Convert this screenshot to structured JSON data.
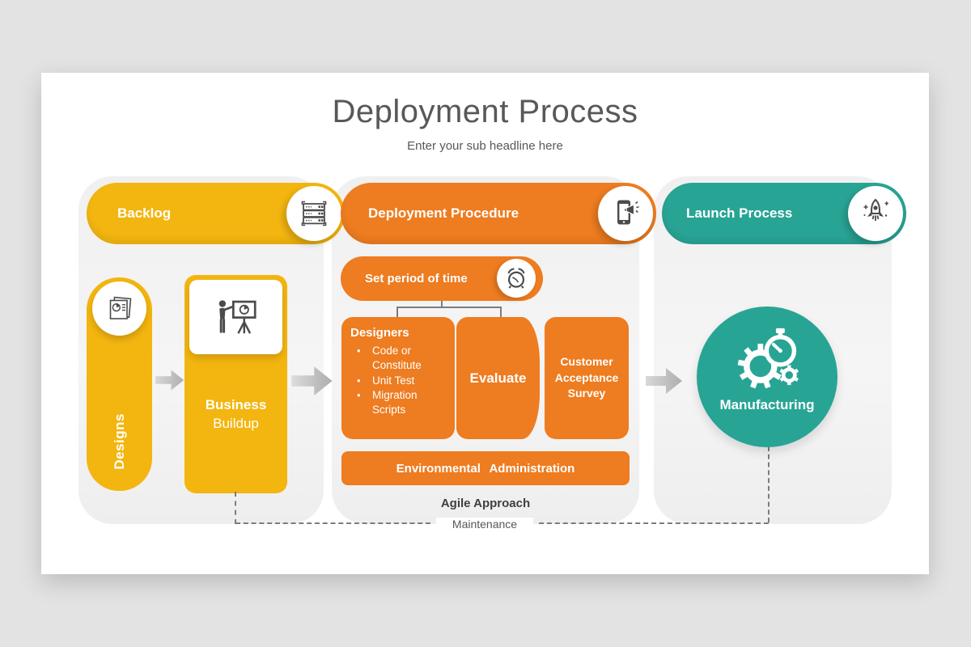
{
  "title": "Deployment Process",
  "subtitle": "Enter your sub headline here",
  "colors": {
    "yellow": "#F3B50F",
    "orange": "#EE7C20",
    "teal": "#28A495",
    "title_gray": "#57585A",
    "connector_gray": "#7D7D7D"
  },
  "backlog": {
    "header": "Backlog",
    "designs_label": "Designs",
    "business_line1": "Business",
    "business_line2": "Buildup"
  },
  "deployment": {
    "header": "Deployment Procedure",
    "set_period": "Set period of time",
    "designers_heading": "Designers",
    "designers_bullets": [
      "Code or Constitute",
      "Unit Test",
      "Migration Scripts"
    ],
    "evaluate": "Evaluate",
    "customer_survey": "Customer Acceptance Survey",
    "environment": "Environmental Administration",
    "agile": "Agile Approach",
    "maintenance": "Maintenance"
  },
  "launch": {
    "header": "Launch Process",
    "manufacturing": "Manufacturing"
  },
  "icons": [
    "server-rack-icon",
    "phone-announcement-icon",
    "rocket-icon",
    "documents-chart-icon",
    "presenter-board-icon",
    "alarm-clock-icon",
    "gears-stopwatch-icon"
  ]
}
